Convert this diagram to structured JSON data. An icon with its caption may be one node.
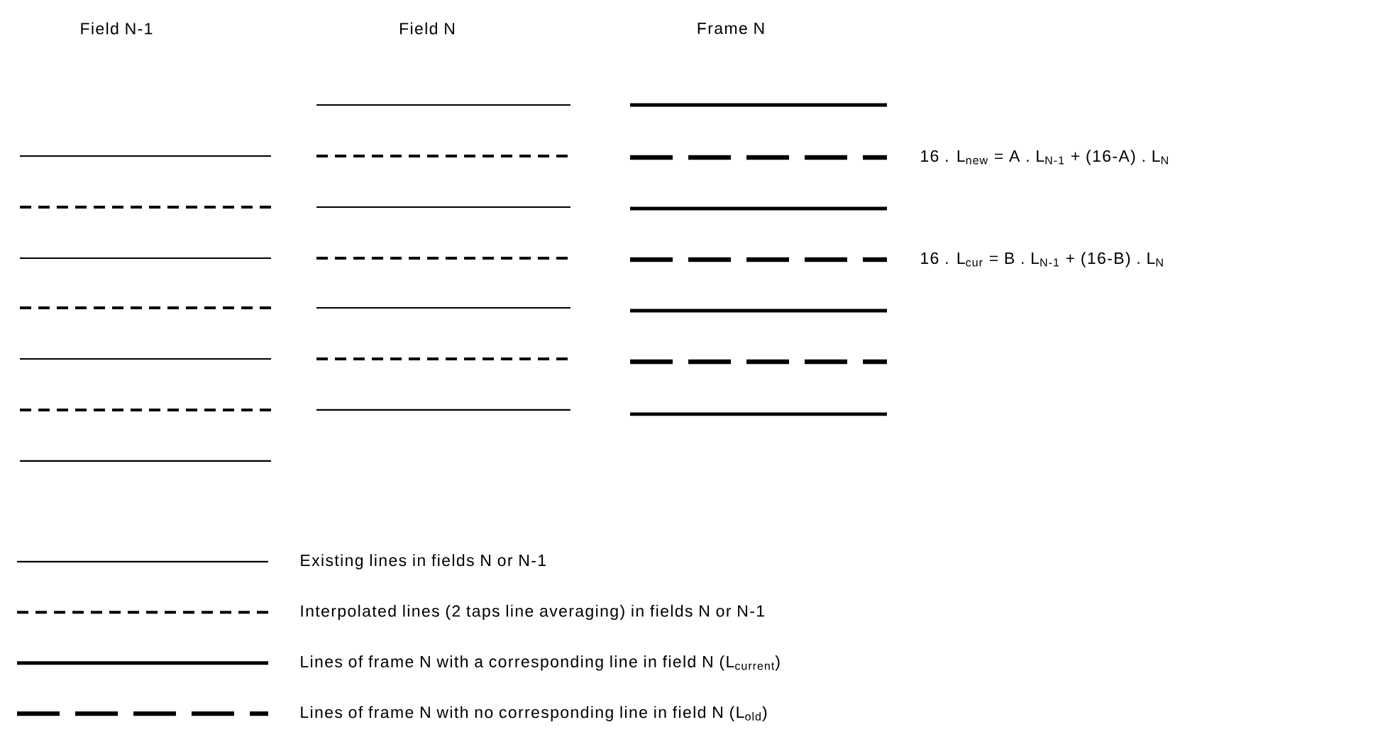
{
  "diagram": {
    "labels": [
      "Field N-1",
      "Field N",
      "Frame N",
      "16 . L$_{new}$ = A . L$_{N-1}$ + (16-A) . L$_{N}$",
      "16 . L$_{cur}$ = B . L$_{N-1}$ + (16-B) . L$_{N}$"
    ],
    "legend": [
      {
        "text": "Existing lines in fields N or N-1"
      },
      {
        "text": "Interpolated lines (2 taps line averaging) in fields N or N-1"
      },
      {
        "text": "Lines of frame N with a corresponding line in field N (L$_{current}$)"
      },
      {
        "text": "Lines of frame N with no corresponding line in field N (L$_{old}$)"
      }
    ]
  }
}
